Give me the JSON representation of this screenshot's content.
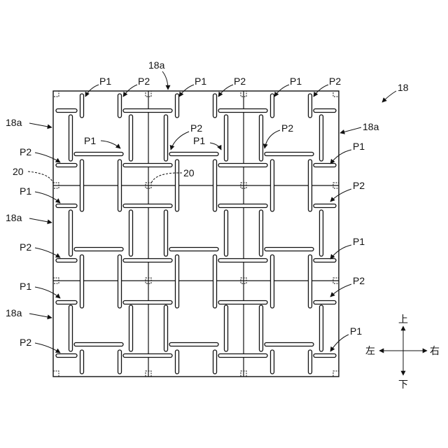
{
  "figure": {
    "component_ref": "18",
    "edge_ref": "18a",
    "point_ref": "20",
    "pattern_a": "P1",
    "pattern_b": "P2"
  },
  "directions": {
    "up": "上",
    "down": "下",
    "left": "左",
    "right": "右"
  }
}
